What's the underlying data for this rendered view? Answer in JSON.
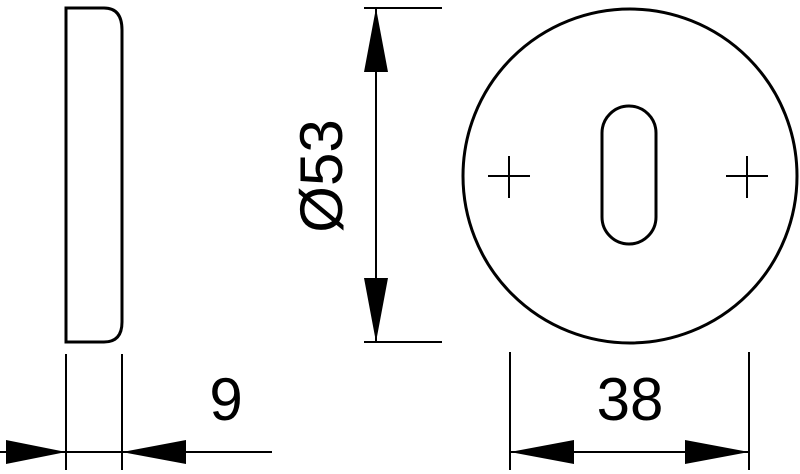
{
  "drawing": {
    "diameter_label": "Ø53",
    "thickness_label": "9",
    "hole_spacing_label": "38"
  }
}
